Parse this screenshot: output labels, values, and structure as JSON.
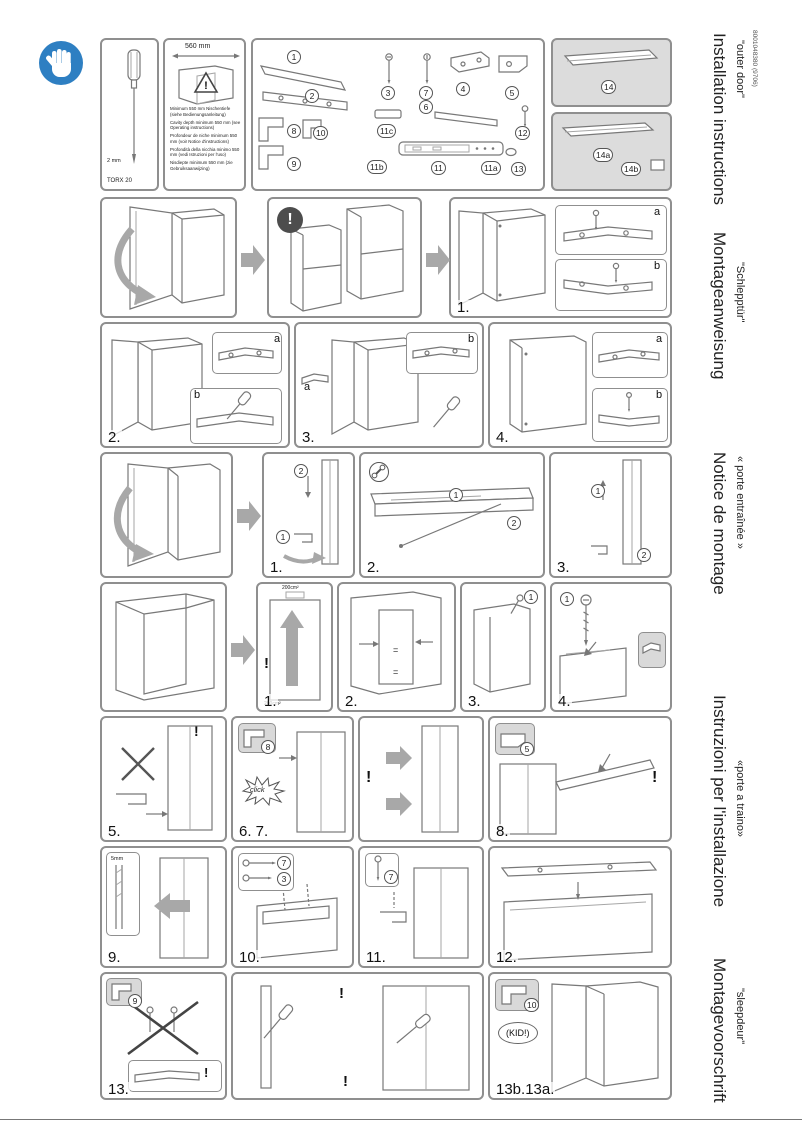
{
  "doc_number": "8001048380 (9706)",
  "sidebar": {
    "languages": [
      {
        "title": "Installation instructions",
        "subtitle": "\"outer door\""
      },
      {
        "title": "Montageanweisung",
        "subtitle": "\"Schlepptür\""
      },
      {
        "title": "Notice de montage",
        "subtitle": "« porte entraînée »"
      },
      {
        "title": "Instruzioni per l'installazione",
        "subtitle": "«porte a traino»"
      },
      {
        "title": "Montagevoorschrift",
        "subtitle": "\"sleepdeur\""
      }
    ]
  },
  "tools": {
    "blade_size": "2 mm",
    "torx": "TORX 20"
  },
  "niche": {
    "width_label": "560 mm",
    "notes": [
      "Minimum 550 mm Nischentiefe (siehe Bedienungsanleitung)",
      "Cavity depth minimum 550 mm (see Operating instructions)",
      "Profondeur de niche minimum 550 mm (voir Notice d'instructions)",
      "Profondità della nicchia minimo 550 mm (vedi Istruzioni per l'uso)",
      "Nisdiepte minimum 550 mm (zie Gebruiksaanwijzing)"
    ]
  },
  "parts": {
    "p1": "1",
    "p2": "2",
    "p3": "3",
    "p4": "4",
    "p5": "5",
    "p6": "6",
    "p7": "7",
    "p8": "8",
    "p9": "9",
    "p10": "10",
    "p11": "11",
    "p11a": "11a",
    "p11b": "11b",
    "p11c": "11c",
    "p12": "12",
    "p13": "13",
    "p14": "14",
    "p14a": "14a",
    "p14b": "14b"
  },
  "steps": {
    "s1": "1.",
    "s2": "2.",
    "s3": "3.",
    "s4": "4.",
    "s5": "5.",
    "s67": "6. 7.",
    "s8": "8.",
    "s9": "9.",
    "s10": "10.",
    "s11": "11.",
    "s12": "12.",
    "s13": "13.",
    "s13ab": "13b.13a.",
    "d1": "1.",
    "d2": "2.",
    "d3": "3.",
    "n1": "1.",
    "n2": "2.",
    "n3": "3.",
    "n4": "4."
  },
  "labels": {
    "a": "a",
    "b": "b",
    "bang": "!",
    "click": "click",
    "kid": "(KID!)",
    "gap": "5mm",
    "vent": "200cm²",
    "one": "1",
    "two": "2",
    "equal": "="
  }
}
